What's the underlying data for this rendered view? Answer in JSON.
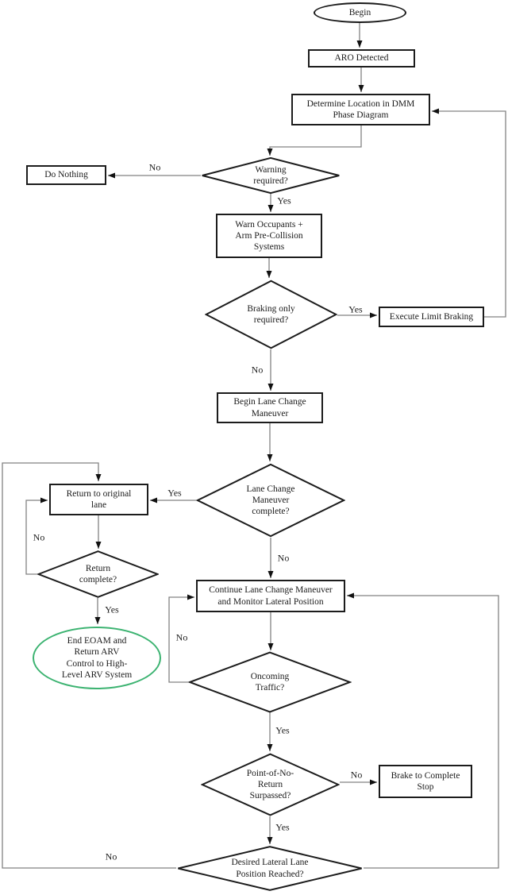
{
  "diagram": {
    "type": "flowchart",
    "nodes": {
      "begin": {
        "shape": "ellipse",
        "label": [
          "Begin"
        ]
      },
      "aro_detected": {
        "shape": "rect",
        "label": [
          "ARO Detected"
        ]
      },
      "dmm_location": {
        "shape": "rect",
        "label": [
          "Determine Location in DMM",
          "Phase Diagram"
        ]
      },
      "warning_required": {
        "shape": "diamond",
        "label": [
          "Warning",
          "required?"
        ]
      },
      "do_nothing": {
        "shape": "rect",
        "label": [
          "Do Nothing"
        ]
      },
      "warn_occupants": {
        "shape": "rect",
        "label": [
          "Warn Occupants +",
          "Arm Pre-Collision",
          "Systems"
        ]
      },
      "braking_only": {
        "shape": "diamond",
        "label": [
          "Braking only",
          "required?"
        ]
      },
      "execute_braking": {
        "shape": "rect",
        "label": [
          "Execute Limit Braking"
        ]
      },
      "begin_lane_change": {
        "shape": "rect",
        "label": [
          "Begin Lane Change",
          "Maneuver"
        ]
      },
      "lane_change_complete": {
        "shape": "diamond",
        "label": [
          "Lane Change",
          "Maneuver",
          "complete?"
        ]
      },
      "return_original": {
        "shape": "rect",
        "label": [
          "Return to original",
          "lane"
        ]
      },
      "return_complete": {
        "shape": "diamond",
        "label": [
          "Return",
          "complete?"
        ]
      },
      "end_eoam": {
        "shape": "ellipse",
        "label": [
          "End EOAM and",
          "Return ARV",
          "Control to High-",
          "Level ARV System"
        ]
      },
      "continue_lane_change": {
        "shape": "rect",
        "label": [
          "Continue Lane Change Maneuver",
          "and Monitor Lateral Position"
        ]
      },
      "oncoming_traffic": {
        "shape": "diamond",
        "label": [
          "Oncoming",
          "Traffic?"
        ]
      },
      "ponr_surpassed": {
        "shape": "diamond",
        "label": [
          "Point-of-No-",
          "Return",
          "Surpassed?"
        ]
      },
      "brake_stop": {
        "shape": "rect",
        "label": [
          "Brake to Complete",
          "Stop"
        ]
      },
      "desired_position": {
        "shape": "diamond",
        "label": [
          "Desired Lateral Lane",
          "Position Reached?"
        ]
      }
    },
    "edge_labels": {
      "warning_no": "No",
      "warning_yes": "Yes",
      "braking_yes": "Yes",
      "braking_no": "No",
      "lcm_yes": "Yes",
      "lcm_no": "No",
      "return_no": "No",
      "return_yes": "Yes",
      "oncoming_no": "No",
      "oncoming_yes": "Yes",
      "ponr_no": "No",
      "ponr_yes": "Yes",
      "desired_no": "No"
    },
    "colors": {
      "shape_border": "#1c1c1c",
      "connector": "#828282",
      "arrowhead": "#111111",
      "terminal_green": "#3cb371",
      "text": "#1a1a1a",
      "background": "#ffffff"
    }
  }
}
